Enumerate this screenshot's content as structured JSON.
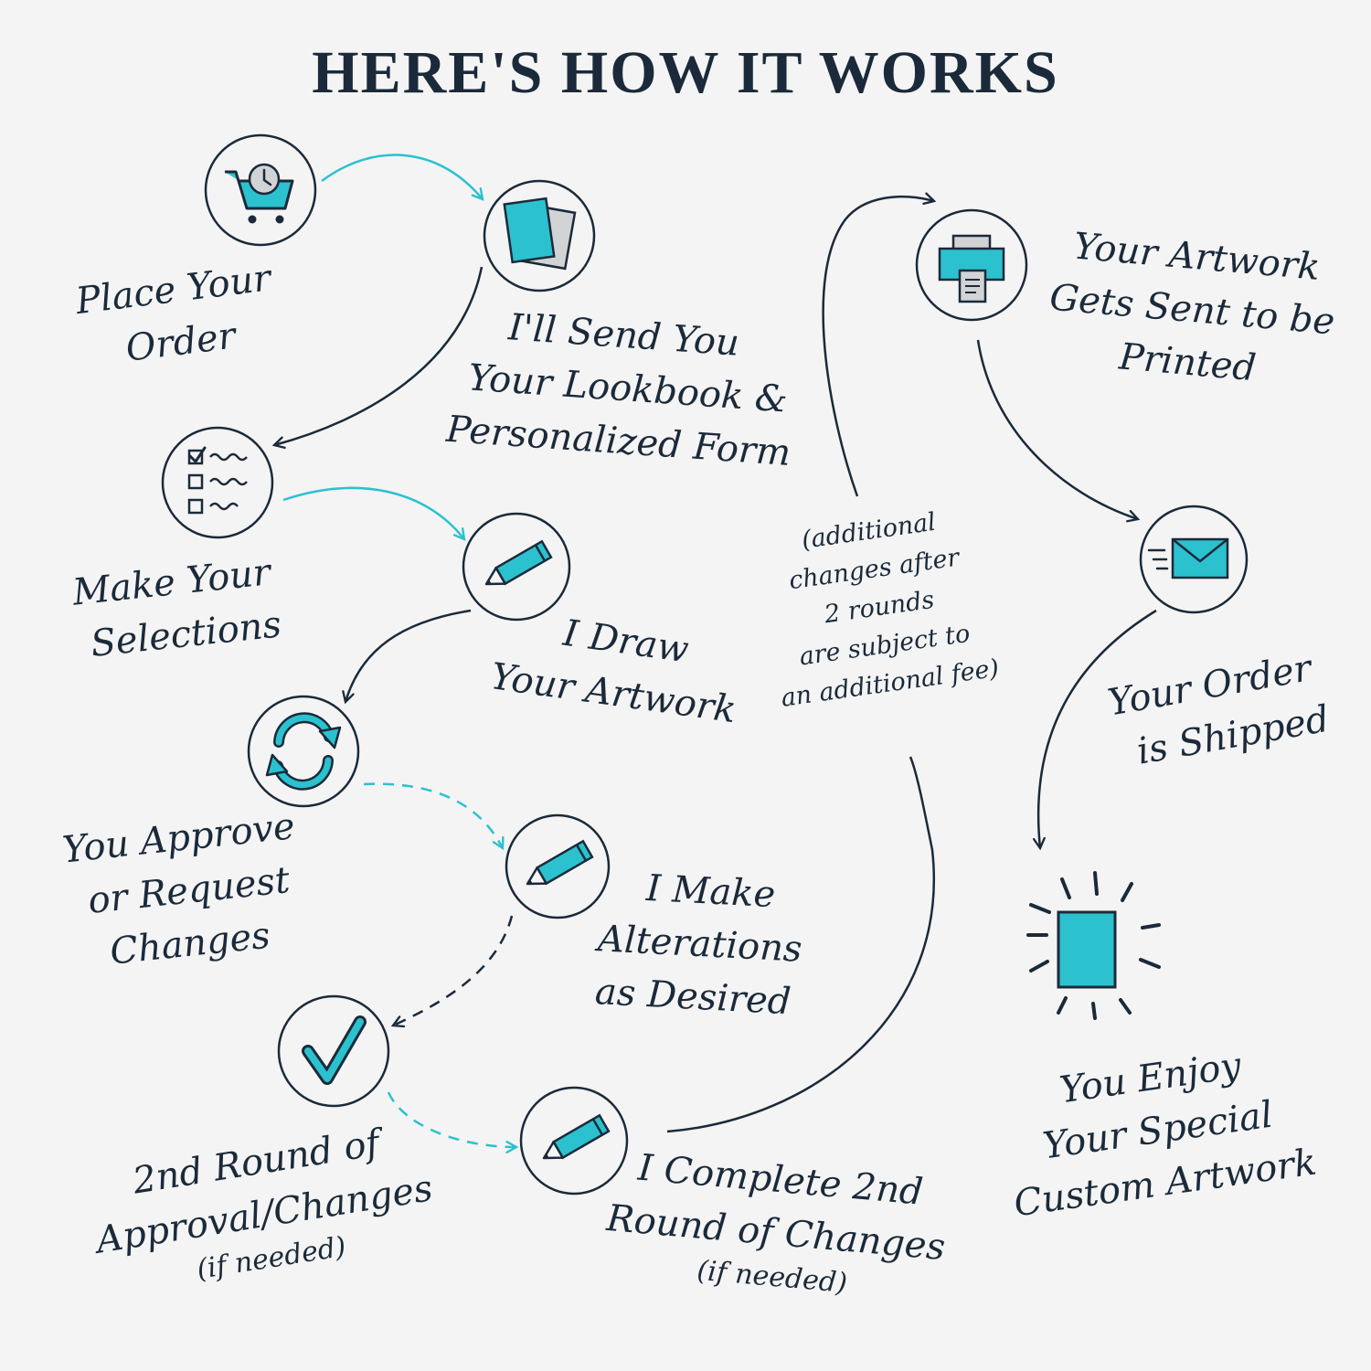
{
  "title": "HERE'S HOW IT WORKS",
  "colors": {
    "accent": "#2bc1cf",
    "ink": "#1b2a3a",
    "background": "#f4f4f4",
    "paper": "#d2d3d5"
  },
  "steps": [
    {
      "id": "place-order",
      "icon": "shopping-cart-clock-icon",
      "lines": [
        "Place Your",
        "Order"
      ]
    },
    {
      "id": "lookbook",
      "icon": "lookbook-papers-icon",
      "lines": [
        "I'll Send You",
        "Your Lookbook &",
        "Personalized Form"
      ]
    },
    {
      "id": "selections",
      "icon": "checklist-icon",
      "lines": [
        "Make Your",
        "Selections"
      ]
    },
    {
      "id": "draw",
      "icon": "pencil-icon",
      "lines": [
        "I Draw",
        "Your Artwork"
      ]
    },
    {
      "id": "approve",
      "icon": "refresh-cycle-icon",
      "lines": [
        "You Approve",
        "or Request",
        "Changes"
      ]
    },
    {
      "id": "alterations",
      "icon": "pencil-icon",
      "lines": [
        "I Make",
        "Alterations",
        "as Desired"
      ]
    },
    {
      "id": "second-round",
      "icon": "checkmark-icon",
      "lines": [
        "2nd Round of",
        "Approval/Changes"
      ],
      "sub": "(if needed)"
    },
    {
      "id": "complete-second",
      "icon": "pencil-icon",
      "lines": [
        "I Complete 2nd",
        "Round of Changes"
      ],
      "sub": "(if needed)"
    },
    {
      "id": "printed",
      "icon": "printer-icon",
      "lines": [
        "Your Artwork",
        "Gets Sent to be",
        "Printed"
      ]
    },
    {
      "id": "shipped",
      "icon": "envelope-icon",
      "lines": [
        "Your Order",
        "is Shipped"
      ]
    },
    {
      "id": "enjoy",
      "icon": "artwork-burst-icon",
      "lines": [
        "You Enjoy",
        "Your Special",
        "Custom Artwork"
      ]
    }
  ],
  "note": {
    "lines": [
      "(additional",
      "changes after",
      "2 rounds",
      "are subject to",
      "an additional fee)"
    ]
  }
}
